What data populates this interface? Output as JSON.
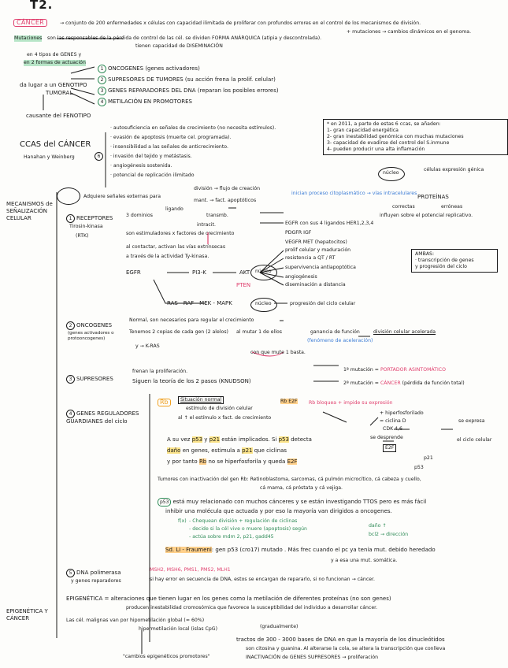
{
  "title": "T2.",
  "intro": {
    "cancer_word": "CÁNCER",
    "l1": "→ conjunto de 200 enfermedades x células con capacidad ilimitada de proliferar con profundos errores en el control de los mecanismos de división.",
    "l1b": "+ mutaciones → cambios dinámicos en el genoma.",
    "mutaciones": "Mutaciones",
    "l2": "son las responsables de la pérdida de control de las cél. se dividen FORMA ANÁRQUICA (atipia y descontrolada).",
    "l2b": "tienen capacidad de DISEMINACIÓN",
    "l3": "en 4 tipos de GENES y",
    "l4": "en 2 formas de actuación",
    "l5a": "da lugar a un GENOTIPO",
    "l5b": "TUMORAL",
    "l6": "causante del FENOTIPO",
    "types": [
      {
        "n": "1",
        "t": "ONCOGENES (genes activadores)"
      },
      {
        "n": "2",
        "t": "SUPRESORES DE TUMORES (su acción frena la prolif. celular)"
      },
      {
        "n": "3",
        "t": "GENES REPARADORES DEL DNA (reparan los posibles errores)"
      },
      {
        "n": "4",
        "t": "METILACIÓN EN PROMOTORES"
      }
    ]
  },
  "ccas": {
    "title": "CCAS del CÁNCER",
    "authors": "Hanahan y Weinberg",
    "n": "6",
    "items": [
      "· autosuficiencia en señales de crecimiento (no necesita estímulos).",
      "· evasión de apoptosis (muerte cel. programada).",
      "· insensibilidad a las señales de anticrecimiento.",
      "· invasión del tejido y metástasis.",
      "· angiogénesis sostenida.",
      "· potencial de replicación ilimitado"
    ],
    "box": [
      "* en 2011, a parte de estas 6 ccas, se añaden:",
      "1- gran capacidad energética",
      "2- gran inestabilidad genómica con muchas mutaciones",
      "3- capacidad de evadirse del control del S.inmune",
      "4- pueden producir una alta inflamación"
    ]
  },
  "nucleo": {
    "nucleo": "núcleo",
    "celulas": "células expresión génica",
    "proteinas": "PROTEÍNAS",
    "correctas": "correctas",
    "erroneas": "erróneas",
    "influyen": "influyen sobre el potencial replicativo."
  },
  "meca": {
    "title": "MECANISMOS de SEÑALIZACIÓN CELULAR",
    "adq": "Adquiere señales externas para",
    "div": "división → flujo de creación",
    "mant": "mant. → fact. apoptóticos",
    "inic": "inician proceso citoplasmático → vías intracelulares"
  },
  "receptores": {
    "label": "RECEPTORES",
    "sub1": "Tirosin-kinasa",
    "sub2": "(RTK)",
    "dominio": "3 dominios",
    "ligando": "ligando",
    "transmb": "transmb.",
    "intracit": "intracit.",
    "l1": "son estimuladores x factores de crecimiento",
    "egfr": "EGFR con sus 4 ligandos HER1,2,3,4",
    "pdgfr": "PDGFR   IGF",
    "vegfr": "VEGFR   MET (hepatocitos)",
    "l2": "al contactar, activan las vías extrínsecas",
    "l3": "a través de la actividad Ty-kinasa.",
    "egfr_chain": "EGFR",
    "pi3k": "PI3-K",
    "akt": "AKT",
    "pten": "PTEN",
    "nucleo": "núcleo",
    "prolif": "prolif celular y maduración",
    "resist": "resistencia a QT / RT",
    "superv": "supervivencia antiapoptótica",
    "angio": "angiogénesis",
    "disem": "diseminación a distancia",
    "ras": "RAS - RAF - MEK - MAPK",
    "nucleo2": "núcleo",
    "progres": "progresión del ciclo celular",
    "ambas": "AMBAS:",
    "ambas1": "· transcripción de genes",
    "ambas2": "y progresión del ciclo"
  },
  "oncogenes": {
    "n": "2",
    "label": "ONCOGENES",
    "sub": "(genes activadores o protooncogenes)",
    "l1": "Normal, son necesarios para regular el crecimiento",
    "l2a": "Tenemos 2 copias de cada gen (2 alelos)",
    "l2b": "al mutar 1 de ellos",
    "l2c": "ganancia de función",
    "l2d": "división celular acelerada",
    "l2e": "(fenómeno de aceleración)",
    "l3": "con que mute 1 basta.",
    "kras": "y → K-RAS"
  },
  "supresores": {
    "n": "3",
    "label": "SUPRESORES",
    "l1": "frenan la proliferación.",
    "l2": "Siguen la teoría de los 2 pasos (KNUDSON)",
    "m1a": "1ª mutación =",
    "m1b": "PORTADOR ASINTOMÁTICO",
    "m2a": "2ª mutación =",
    "m2b": "CÁNCER",
    "m2c": "(pérdida de función total)"
  },
  "reguladores": {
    "n": "4",
    "label": "GENES REGULADORES GUARDIANES del ciclo",
    "rb": "Rb",
    "sit": "Situación normal",
    "sit1": "estímulo de división celular",
    "sit2": "al ↑ el estímulo x fact. de crecimiento",
    "rbe2f": "Rb E2F",
    "e2f_note": "Rb bloquea + impide su expresión",
    "hiperf": "+ hiperfosforilado",
    "ciclinaD": "= ciclina D",
    "cdk": "CDK 4,6",
    "sedesprende": "se desprende",
    "e2f": "E2F",
    "seexpresa": "se expresa",
    "ciclo": "el ciclo celular",
    "p21": "p21",
    "p53": "p53",
    "p1a": "A su vez",
    "p1b": "p53",
    "p1c": "y",
    "p1d": "p21",
    "p1e": "están implicados. Si",
    "p1f": "p53",
    "p1g": "detecta",
    "p2a": "daño",
    "p2b": "en genes, estimula a",
    "p2c": "p21",
    "p2d": "que",
    "p2e": "ciclinas",
    "p3a": "y por tanto",
    "p3b": "Rb",
    "p3c": "no se hiperfosforila y queda",
    "p3d": "E2F",
    "tum": "Tumores con inactivación del gen Rb: Retinoblastoma, sarcomas, cá pulmón microcítico, cá cabeza y cuello,",
    "tum2": "cá mama, cá próstata y cá vejiga.",
    "p53a": "p53",
    "p53b": "está muy relacionado con muchos cánceres y se están investigando TTOS pero es más fácil",
    "p53c": "inhibir una molécula que actuada y por eso la mayoría van dirigidos a",
    "p53d": "oncogenes.",
    "fx": "f(x)",
    "fx1": "- Chequean división + regulación de ciclinas",
    "fx2": "- decide si la cél vive o muere (apoptosis) según",
    "fx3": "- actúa sobre mdm 2, p21, gadd45",
    "fxa": "daño ↑",
    "fxb": "bcl2 → dirección",
    "lf": "Sd. Li - Fraumeni",
    "lf2": ": gen p53 (cro17) mutado . Más frec cuando el pc ya tenía mut. debido heredado",
    "lf3": "y a esa una mut. somática."
  },
  "dna": {
    "n": "5",
    "label": "DNA polimerasa",
    "sub": "y genes reparadores",
    "genes": "MSH2, MSH6, PMS1, PMS2, MLH1",
    "l2": "si hay error en secuencia de DNA, estos se encargan de repararlo, si no funcionan → cáncer."
  },
  "epi": {
    "title": "EPIGENÉTICA Y CÁNCER",
    "l1a": "EPIGENÉTICA",
    "l1b": "= alteraciones que tienen lugar en los genes como la metilación de diferentes proteínas (no son genes)",
    "l1c": "producen inestabilidad cromosómica que favorece la susceptibilidad del individuo a desarrollar cáncer.",
    "l2": "Las cél. malignas van por hipometilación global (≈ 60%)",
    "l2b": "(gradualmente)",
    "l3": "hipermetilación local (islas CpG)",
    "l4": "tractos de 300 - 3000 bases de DNA en que la mayoría de los dinucleótidos",
    "l5": "son citosina y guanina. Al alterarse la cola, se altera la transcripción que conlleva",
    "l6a": "\"cambios epigenéticos promotores\"",
    "l6b": "INACTIVACIÓN de GENES SUPRESORES",
    "l6c": "→ proliferación"
  }
}
